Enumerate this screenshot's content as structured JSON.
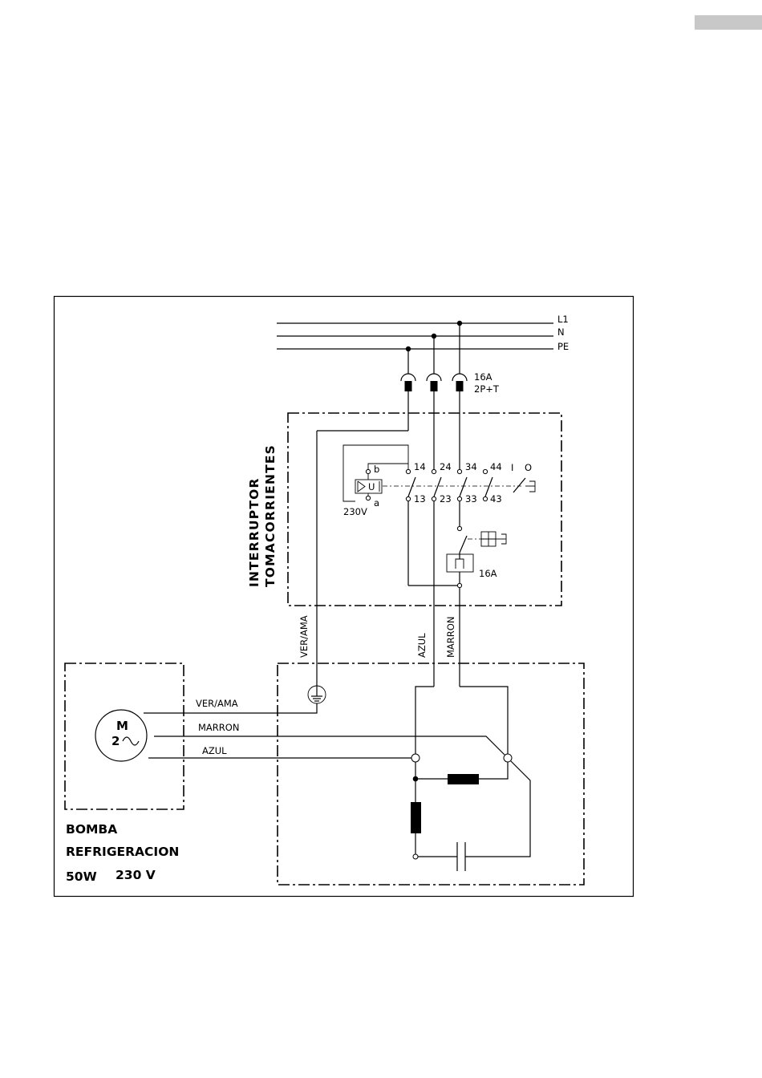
{
  "colors": {
    "ink": "#000000",
    "tab": "#c8c8c8",
    "paper": "#ffffff"
  },
  "supply": {
    "l1": "L1",
    "n": "N",
    "pe": "PE",
    "plug_rating": "16A",
    "plug_type": "2P+T"
  },
  "switch_box": {
    "title_line1": "INTERRUPTOR",
    "title_line2": "TOMACORRIENTES",
    "coil_label": "U",
    "coil_voltage": "230V",
    "coil_b": "b",
    "coil_a": "a",
    "contacts_top": [
      "14",
      "24",
      "34",
      "44"
    ],
    "contacts_bottom": [
      "13",
      "23",
      "33",
      "43"
    ],
    "state_on": "I",
    "state_off": "O",
    "breaker_rating": "16A"
  },
  "wires": {
    "earth": "VER/AMA",
    "neutral": "AZUL",
    "live": "MARRON"
  },
  "pump": {
    "motor_symbol": "M",
    "motor_phase": "2",
    "wire_earth": "VER/AMA",
    "wire_live": "MARRON",
    "wire_neutral": "AZUL",
    "name_line1": "BOMBA",
    "name_line2": "REFRIGERACION",
    "power": "50W",
    "voltage": "230 V"
  }
}
